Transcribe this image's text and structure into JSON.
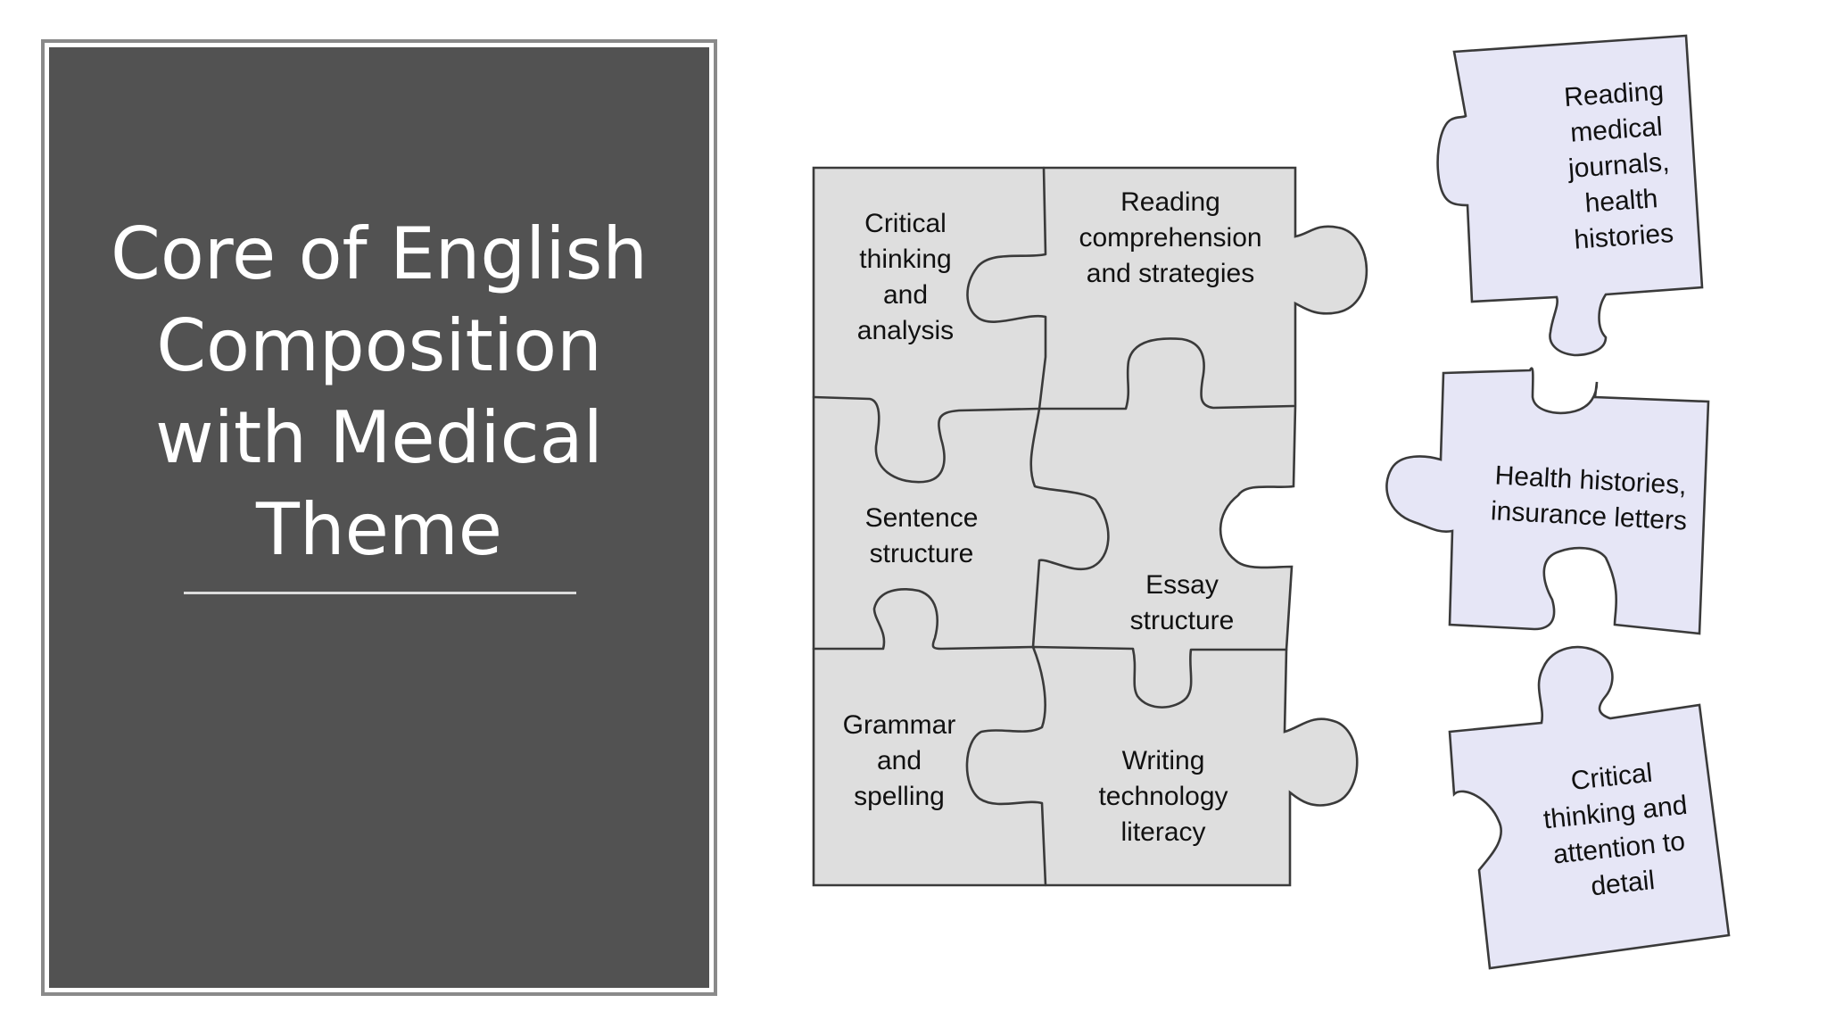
{
  "slide": {
    "title": "Core of English\nComposition\nwith Medical\nTheme"
  },
  "colors": {
    "panel_background": "#525252",
    "panel_border": "#8a8a8a",
    "assembled_piece_fill": "#dedede",
    "loose_piece_fill": "#e6e6f6"
  },
  "puzzle": {
    "assembled_pieces": [
      {
        "lines": [
          "Critical",
          "thinking",
          "and",
          "analysis"
        ]
      },
      {
        "lines": [
          "Reading",
          "comprehension",
          "and strategies"
        ]
      },
      {
        "lines": [
          "Sentence",
          "structure"
        ]
      },
      {
        "lines": [
          "Essay",
          "structure"
        ]
      },
      {
        "lines": [
          "Grammar",
          "and",
          "spelling"
        ]
      },
      {
        "lines": [
          "Writing",
          "technology",
          "literacy"
        ]
      }
    ],
    "loose_pieces": [
      {
        "lines": [
          "Reading",
          "medical",
          "journals,",
          "health",
          "histories"
        ]
      },
      {
        "lines": [
          "Health histories,",
          "insurance letters"
        ]
      },
      {
        "lines": [
          "Critical",
          "thinking and",
          "attention to",
          "detail"
        ]
      }
    ]
  }
}
